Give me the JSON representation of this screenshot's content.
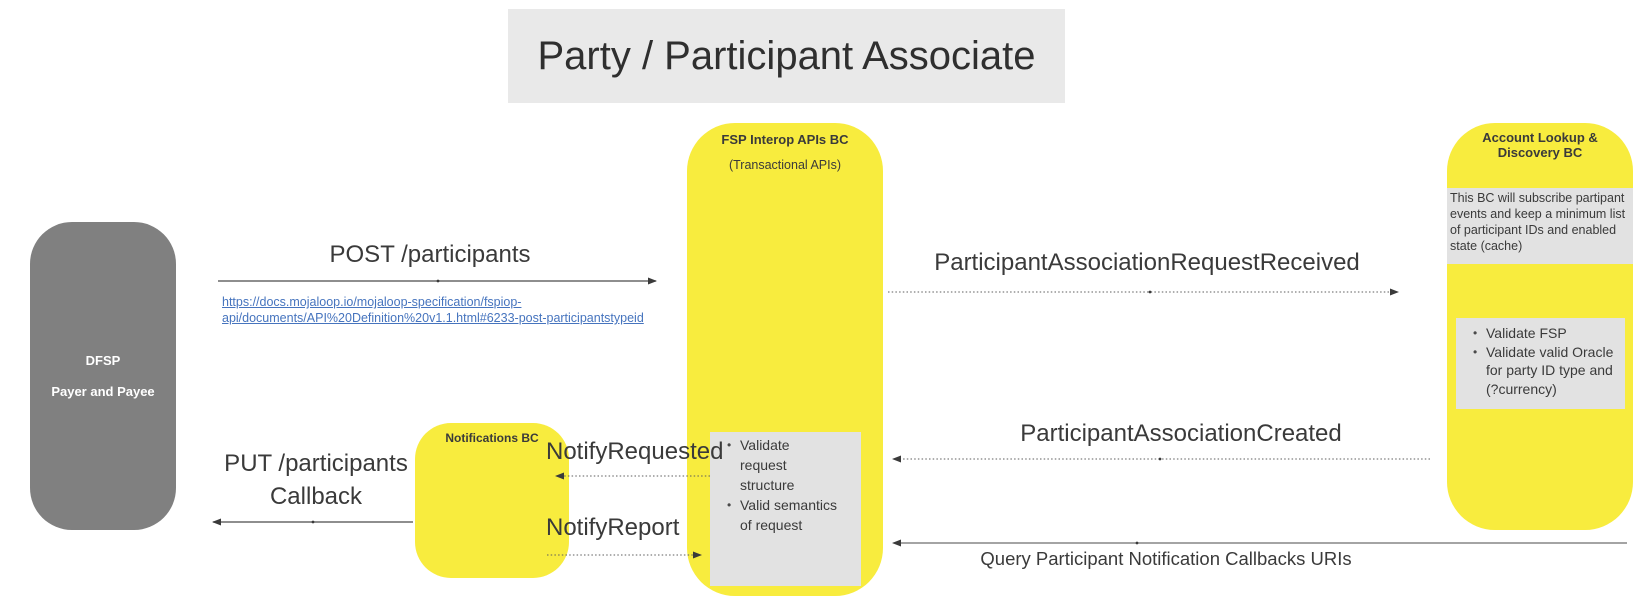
{
  "title": "Party / Participant Associate",
  "actors": {
    "dfsp": {
      "line1": "DFSP",
      "line2": "Payer and Payee"
    },
    "fsp_interop": {
      "title": "FSP Interop APIs BC",
      "subtitle": "(Transactional APIs)",
      "note_bullets": [
        "Validate request structure",
        "Valid semantics of request"
      ]
    },
    "notifications": {
      "title": "Notifications BC"
    },
    "account_lookup": {
      "title": "Account Lookup & Discovery BC",
      "note": "This BC will subscribe partipant events and keep a minimum list of participant IDs and enabled state (cache)",
      "bullets": [
        "Validate FSP",
        "Validate valid Oracle for party ID type and (?currency)"
      ]
    }
  },
  "messages": {
    "post": {
      "label": "POST /participants",
      "link_line1": "https://docs.mojaloop.io/mojaloop-specification/fspiop-",
      "link_line2": "api/documents/API%20Definition%20v1.1.html#6233-post-participantstypeid"
    },
    "request_received": {
      "label": "ParticipantAssociationRequestReceived"
    },
    "association_created": {
      "label": "ParticipantAssociationCreated"
    },
    "notify_requested": {
      "label": "NotifyRequested"
    },
    "notify_report": {
      "label": "NotifyReport"
    },
    "put_callback": {
      "label_line1": "PUT /participants",
      "label_line2": "Callback"
    },
    "query": {
      "label": "Query Participant Notification Callbacks URIs"
    }
  },
  "colors": {
    "yellow": "#F8EC3E",
    "gray_actor": "#808080",
    "note_bg": "#E2E2E2",
    "title_bg": "#E9E9E9",
    "link_blue": "#4674BE",
    "text_dark": "#3A3A3A",
    "arrow": "#4A4A4A"
  }
}
